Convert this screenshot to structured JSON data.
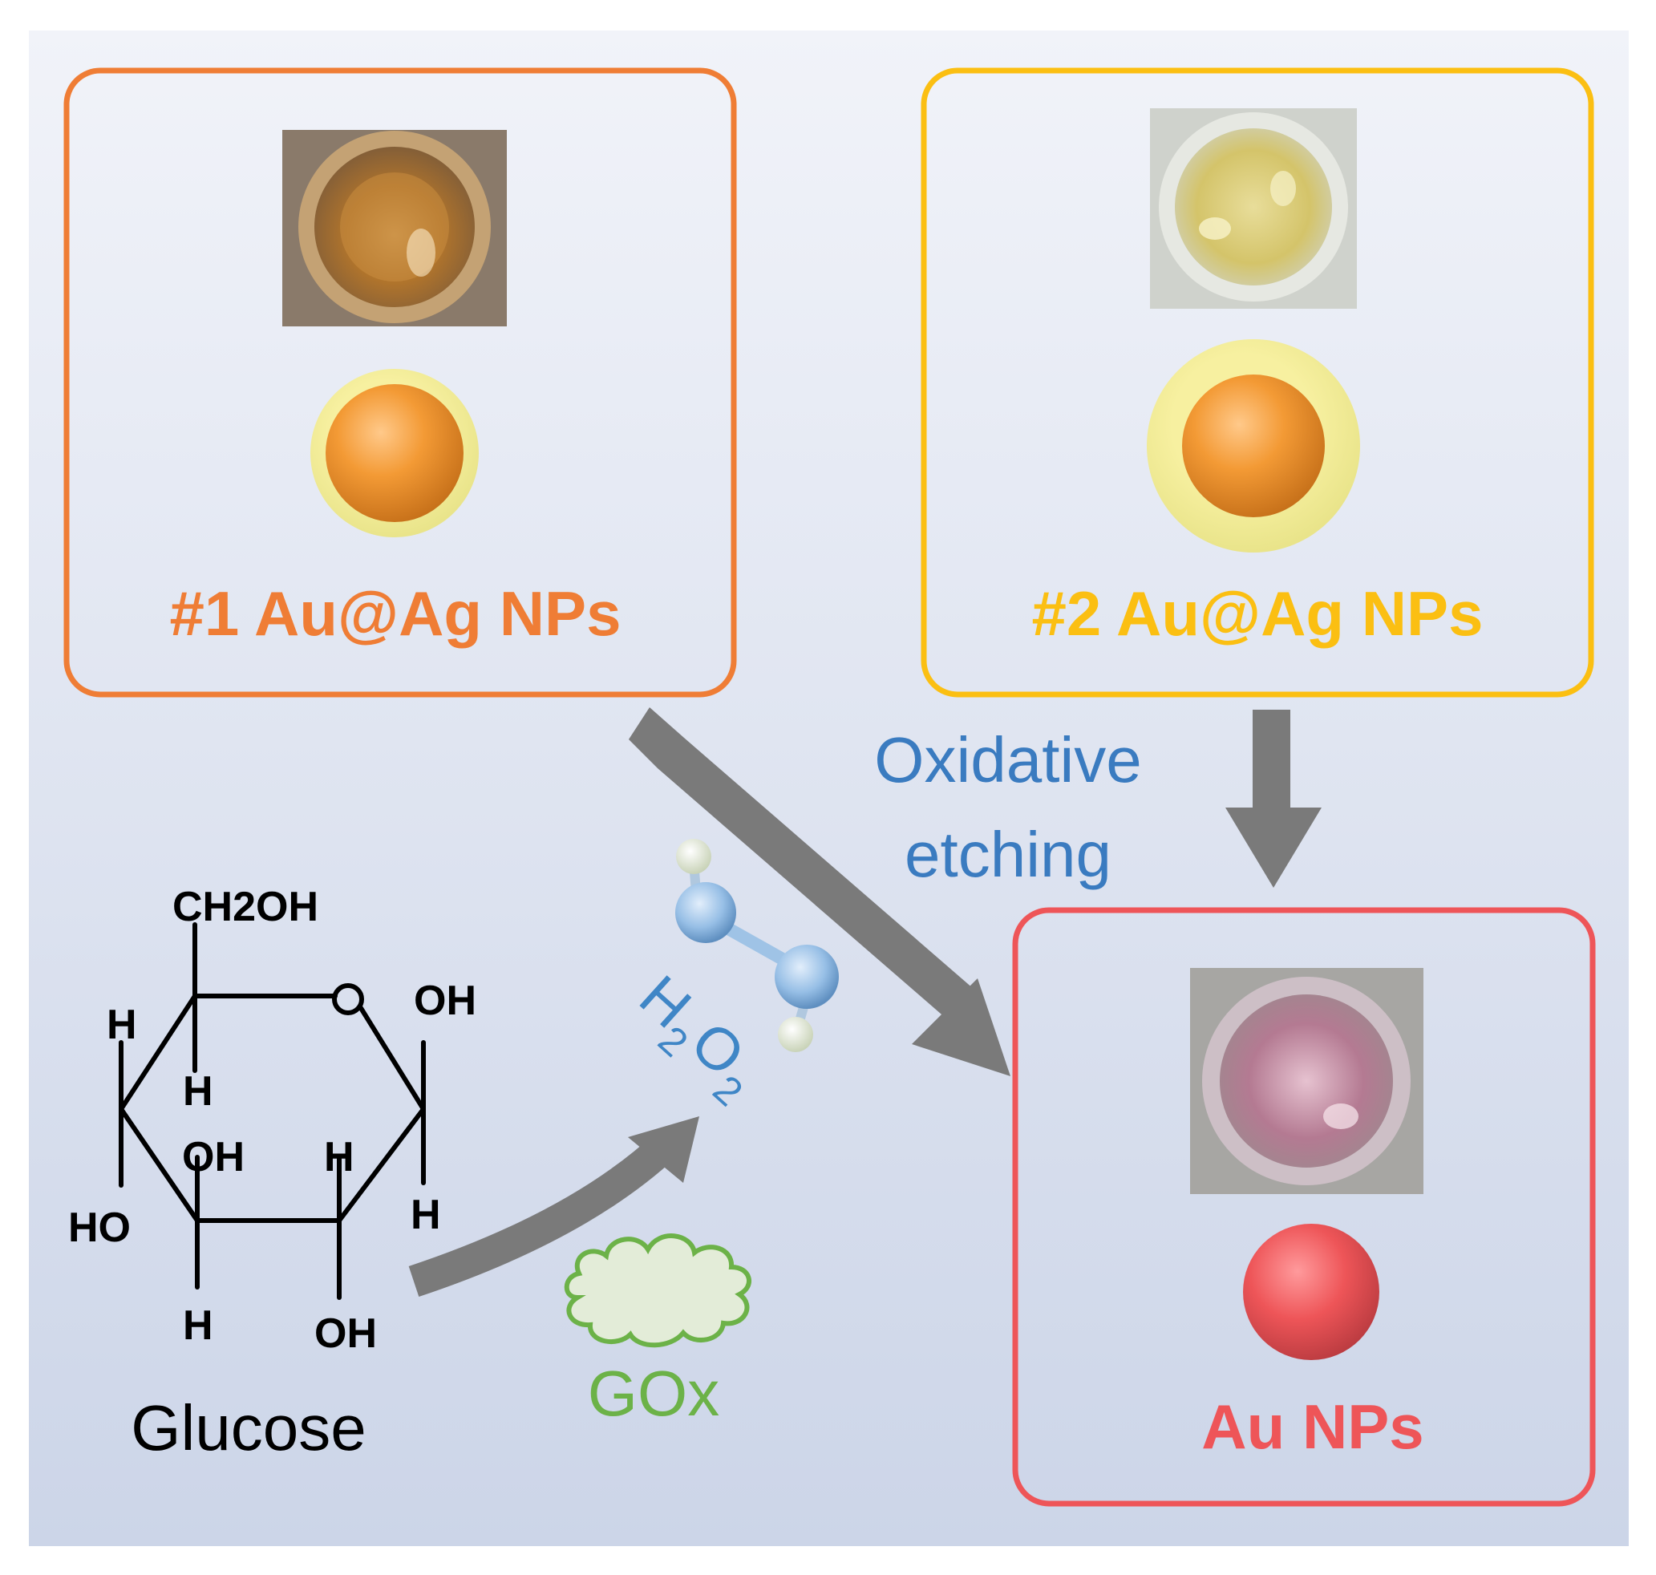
{
  "panels": {
    "np1": {
      "label": "#1 Au@Ag NPs",
      "color": "#ef7d35"
    },
    "np2": {
      "label": "#2 Au@Ag NPs",
      "color": "#fbbf12"
    },
    "au": {
      "label": "Au NPs",
      "color": "#ee5558"
    }
  },
  "etching_label": {
    "line1": "Oxidative",
    "line2": "etching",
    "color": "#3a7bc0"
  },
  "enzyme": {
    "label": "GOx",
    "color": "#6cb248"
  },
  "peroxide": {
    "h": "H",
    "sub1": "2",
    "o": "O",
    "sub2": "2",
    "color": "#3f86c6"
  },
  "glucose": {
    "name": "Glucose",
    "groups": {
      "ch2oh": "CH2OH",
      "oh_ring_right": "OH",
      "h_left_top": "H",
      "h_inner_left": "H",
      "oh_middle": "OH",
      "h_middle": "H",
      "h_right": "H",
      "ho_left": "HO",
      "h_bottom": "H",
      "oh_bottom": "OH"
    }
  },
  "colors": {
    "background_top": "#f1f3f9",
    "background_bottom": "#ccd5e8",
    "arrow": "#7a7a7a"
  }
}
